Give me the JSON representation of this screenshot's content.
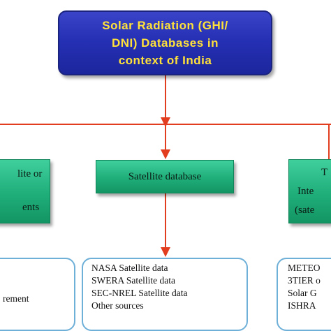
{
  "top": {
    "lines": [
      "Solar Radiation (GHI/",
      "DNI) Databases in",
      "context of India"
    ]
  },
  "branches": {
    "left": {
      "lines": [
        "lite or",
        "ents"
      ]
    },
    "middle": {
      "label": "Satellite database"
    },
    "right": {
      "lines": [
        "T",
        "Inte",
        "(sate"
      ]
    }
  },
  "lists": {
    "left": {
      "items": [
        "rement"
      ]
    },
    "middle": {
      "items": [
        "NASA Satellite data",
        "SWERA Satellite data",
        "SEC-NREL Satellite data",
        "Other sources"
      ]
    },
    "right": {
      "items": [
        "METEO",
        "3TIER o",
        "Solar G",
        "ISHRA"
      ]
    }
  },
  "colors": {
    "connector": "#e23d1f",
    "top_fill": "#2530b5",
    "top_text": "#ffe13a",
    "green_fill": "#1fae7a",
    "list_border": "#6fb0d8"
  }
}
